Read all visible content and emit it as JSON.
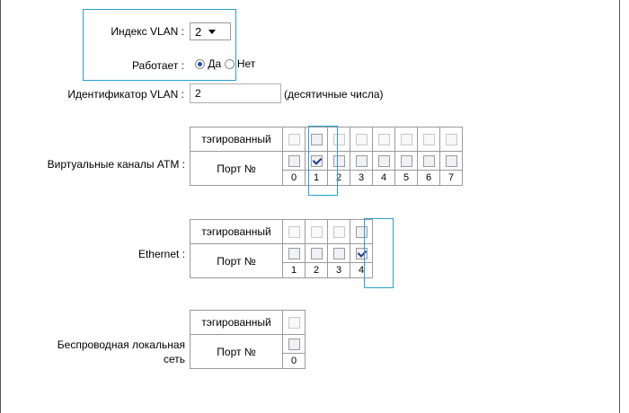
{
  "vlan_index": {
    "label": "Индекс VLAN :",
    "value": "2"
  },
  "active": {
    "label": "Работает :",
    "yes": "Да",
    "no": "Нет",
    "selected": "yes"
  },
  "vlan_id": {
    "label": "Идентификатор VLAN :",
    "value": "2",
    "hint": "(десятичные числа)"
  },
  "atm": {
    "label": "Виртуальные каналы ATM :",
    "tagged_label": "тэгированный",
    "port_label": "Порт №",
    "ports": [
      "0",
      "1",
      "2",
      "3",
      "4",
      "5",
      "6",
      "7"
    ],
    "port_checked": [
      false,
      true,
      false,
      false,
      false,
      false,
      false,
      false
    ],
    "tagged_enabled": [
      false,
      true,
      false,
      false,
      false,
      false,
      false,
      false
    ]
  },
  "ethernet": {
    "label": "Ethernet :",
    "tagged_label": "тэгированный",
    "port_label": "Порт №",
    "ports": [
      "1",
      "2",
      "3",
      "4"
    ],
    "port_checked": [
      false,
      false,
      false,
      true
    ],
    "tagged_enabled": [
      false,
      false,
      false,
      true
    ]
  },
  "wlan": {
    "label_line1": "Беспроводная локальная",
    "label_line2": "сеть",
    "tagged_label": "тэгированный",
    "port_label": "Порт №",
    "ports": [
      "0"
    ],
    "port_checked": [
      false
    ],
    "tagged_enabled": [
      false
    ]
  },
  "colors": {
    "highlight": "#2a9fd6",
    "border": "#9a9a9a",
    "check": "#233a8a"
  }
}
